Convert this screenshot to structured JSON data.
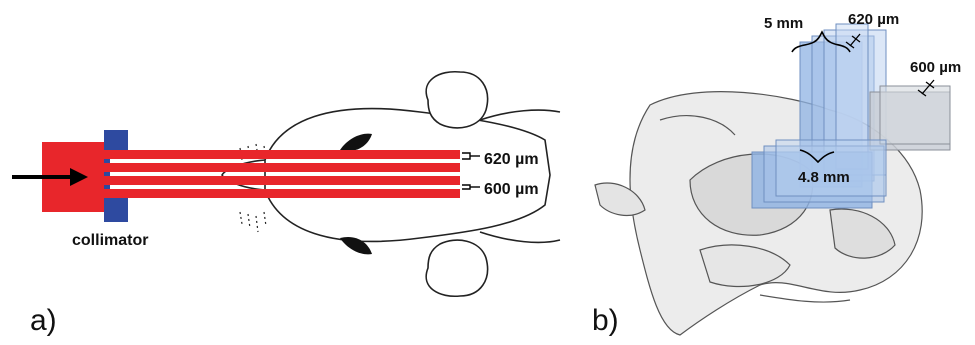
{
  "panel_a": {
    "letter": "a)",
    "collimator_label": "collimator",
    "beam_width_label": "620 µm",
    "beam_gap_label": "600 µm",
    "colors": {
      "source": "#e8262b",
      "collimator": "#2e4aa0",
      "beam": "#e8262b",
      "arrow": "#000000"
    }
  },
  "panel_b": {
    "letter": "b)",
    "field_width_label": "5 mm",
    "beam_width_label": "620 µm",
    "beam_spacing_label": "600 µm",
    "field_height_label": "4.8 mm",
    "colors": {
      "beam_block": "#8fb3e3",
      "skull": "#f2f2f2"
    }
  }
}
